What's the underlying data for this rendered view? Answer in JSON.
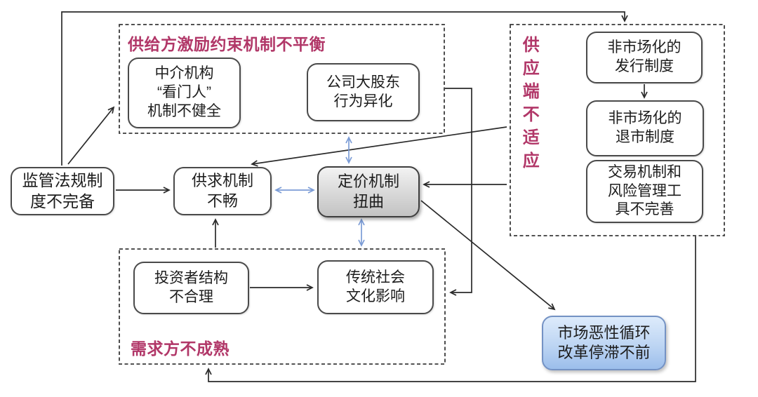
{
  "diagram": {
    "groups": {
      "supply_incentive": {
        "title": "供给方激励约束机制不平衡"
      },
      "supply_side": {
        "title_chars": [
          "供",
          "应",
          "端",
          "不",
          "适",
          "应"
        ]
      },
      "demand_side": {
        "title": "需求方不成熟"
      }
    },
    "nodes": {
      "regulation": {
        "lines": [
          "监管法规制",
          "度不完备"
        ]
      },
      "intermediary": {
        "lines": [
          "中介机构",
          "“看门人”",
          "机制不健全"
        ]
      },
      "major_shareholder": {
        "lines": [
          "公司大股东",
          "行为异化"
        ]
      },
      "supply_demand": {
        "lines": [
          "供求机制",
          "不畅"
        ]
      },
      "pricing": {
        "lines": [
          "定价机制",
          "扭曲"
        ]
      },
      "issuance": {
        "lines": [
          "非市场化的",
          "发行制度"
        ]
      },
      "delisting": {
        "lines": [
          "非市场化的",
          "退市制度"
        ]
      },
      "trading": {
        "lines": [
          "交易机制和",
          "风险管理工",
          "具不完善"
        ]
      },
      "investor": {
        "lines": [
          "投资者结构",
          "不合理"
        ]
      },
      "culture": {
        "lines": [
          "传统社会",
          "文化影响"
        ]
      },
      "vicious_cycle": {
        "lines": [
          "市场恶性循环",
          "改革停滞不前"
        ]
      }
    },
    "edges": [
      {
        "from": "regulation",
        "to": "supply_side_group",
        "type": "arrow"
      },
      {
        "from": "regulation",
        "to": "intermediary",
        "type": "arrow"
      },
      {
        "from": "regulation",
        "to": "supply_demand",
        "type": "arrow"
      },
      {
        "from": "supply_side_group",
        "to": "supply_demand",
        "type": "arrow"
      },
      {
        "from": "supply_side_group",
        "to": "pricing",
        "type": "arrow"
      },
      {
        "from": "pricing",
        "to": "vicious_cycle",
        "type": "arrow"
      },
      {
        "from": "supply_incentive_group",
        "to": "culture",
        "type": "arrow"
      },
      {
        "from": "investor",
        "to": "culture",
        "type": "arrow"
      },
      {
        "from": "issuance",
        "to": "delisting",
        "type": "arrow"
      },
      {
        "from": "supply_side_group",
        "to": "demand_side_group",
        "type": "arrow"
      },
      {
        "from": "demand_side_group",
        "to": "supply_demand",
        "type": "arrow"
      },
      {
        "from": "pricing",
        "to": "major_shareholder",
        "type": "double-arrow-blue"
      },
      {
        "from": "pricing",
        "to": "supply_demand",
        "type": "double-arrow-blue"
      },
      {
        "from": "pricing",
        "to": "culture",
        "type": "double-arrow-blue"
      }
    ]
  },
  "colors": {
    "group_label": "#b13768",
    "black_arrow": "#2a2a2a",
    "blue_arrow": "#7b9cd6",
    "node_border": "#4a4a4a",
    "pricing_fill": "#d9d9d9",
    "vicious_fill": "#bdd5f3"
  }
}
